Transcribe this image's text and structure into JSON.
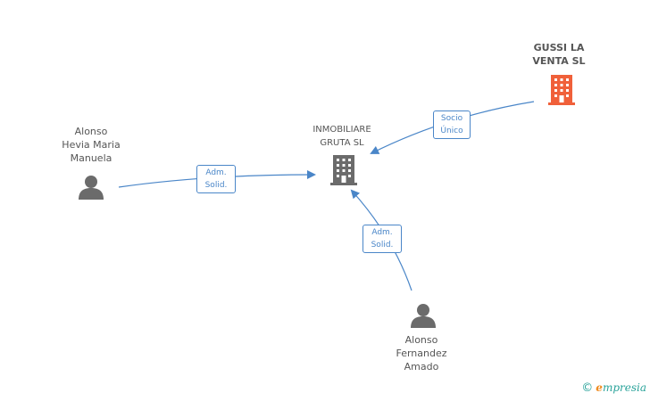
{
  "nodes": {
    "gussi": {
      "label_lines": [
        "GUSSI LA",
        "VENTA SL"
      ],
      "type": "company",
      "color": "#f0603a"
    },
    "inmobiliare": {
      "label_lines": [
        "INMOBILIARE",
        "GRUTA  SL"
      ],
      "type": "company",
      "color": "#6b6b6b"
    },
    "alonso_hevia": {
      "label_lines": [
        "Alonso",
        "Hevia Maria",
        "Manuela"
      ],
      "type": "person",
      "color": "#6b6b6b"
    },
    "alonso_fernandez": {
      "label_lines": [
        "Alonso",
        "Fernandez",
        "Amado"
      ],
      "type": "person",
      "color": "#6b6b6b"
    }
  },
  "edges": {
    "gussi_to_inmobiliare": {
      "label_lines": [
        "Socio",
        "Único"
      ]
    },
    "hevia_to_inmobiliare": {
      "label_lines": [
        "Adm.",
        "Solid."
      ]
    },
    "fernandez_to_inmobiliare": {
      "label_lines": [
        "Adm.",
        "Solid."
      ]
    }
  },
  "colors": {
    "edge": "#4a86c8"
  },
  "brand": {
    "copyright": "©",
    "first_letter": "e",
    "rest": "mpresia"
  }
}
